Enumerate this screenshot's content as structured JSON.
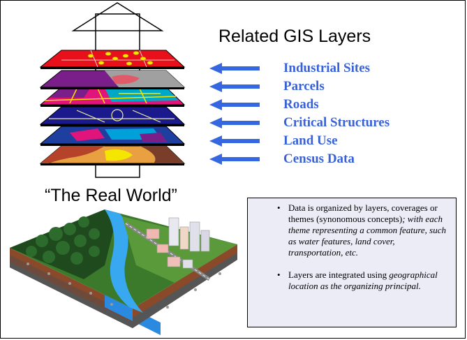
{
  "title": "Related GIS Layers",
  "real_world_label": "“The Real World”",
  "layers": [
    {
      "label": "Industrial Sites",
      "color": "#e8101a"
    },
    {
      "label": "Parcels",
      "color": "#7a1f8a"
    },
    {
      "label": "Roads",
      "color": "#e0147a"
    },
    {
      "label": "Critical Structures",
      "color": "#1a1a8c"
    },
    {
      "label": "Land Use",
      "color": "#1e3ea0"
    },
    {
      "label": "Census Data",
      "color": "#c8502a"
    }
  ],
  "label_color": "#3a62d8",
  "arrow_color": "#3568e0",
  "info": {
    "bullet1_plain": "Data is organized by layers, coverages or themes (synonomous concepts)",
    "bullet1_italic": "; with each theme representing a common feature, such as water features, land cover, transportation, etc.",
    "bullet2_plain": "Layers are integrated using ",
    "bullet2_italic": "geographical location as the organizing principal."
  }
}
